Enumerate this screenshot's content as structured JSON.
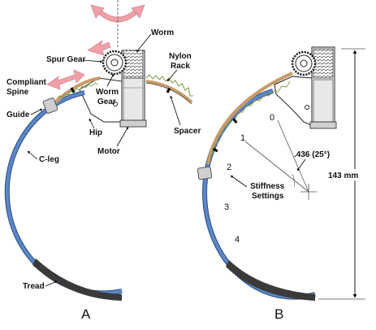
{
  "colors": {
    "c_leg": "#5b86c6",
    "c_leg_edge": "#2c4f86",
    "spine": "#c79a6a",
    "tread": "#3a3a3a",
    "arrow_pink": "#f2a0a8",
    "rack": "#9db366"
  },
  "labels": {
    "worm": "Worm",
    "spur_gear": "Spur Gear",
    "nylon_rack_line1": "Nylon",
    "nylon_rack_line2": "Rack",
    "compliant_spine_line1": "Compliant",
    "compliant_spine_line2": "Spine",
    "worm_gear_line1": "Worm",
    "worm_gear_line2": "Gear",
    "guide": "Guide",
    "hip": "Hip",
    "spacer": "Spacer",
    "motor": "Motor",
    "c_leg": "C-leg",
    "tread": "Tread",
    "stiffness_line1": "Stiffness",
    "stiffness_line2": "Settings",
    "radius": ".436 (25°)",
    "height": "143 mm"
  },
  "settings": [
    "0",
    "1",
    "2",
    "3",
    "4"
  ],
  "panels": [
    "A",
    "B"
  ]
}
